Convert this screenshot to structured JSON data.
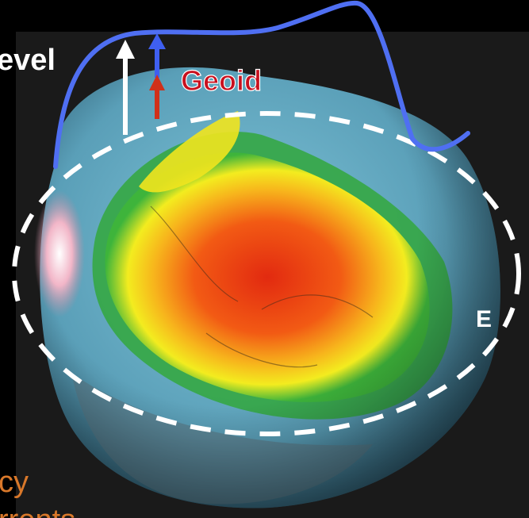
{
  "labels": {
    "level_fragment": "evel",
    "geoid": "Geoid",
    "ellipsoid_mark": "E",
    "bottom_line1_fragment": "cy",
    "bottom_line2_fragment": "rrents"
  },
  "colors": {
    "background": "#000000",
    "geoid_curve": "#4f6ff2",
    "geoid_label": "#c8101e",
    "ellipsoid_dash": "#ffffff",
    "white_arrow": "#ffffff",
    "blue_arrow": "#3f5ff0",
    "red_arrow": "#d0301a",
    "bottom_text": "#d9782a",
    "level_text": "#ffffff"
  },
  "icons": {
    "globe": "geoid-anomaly-globe",
    "white_arrow": "up-arrow-white",
    "blue_arrow": "up-arrow-blue",
    "red_arrow": "up-arrow-red"
  }
}
